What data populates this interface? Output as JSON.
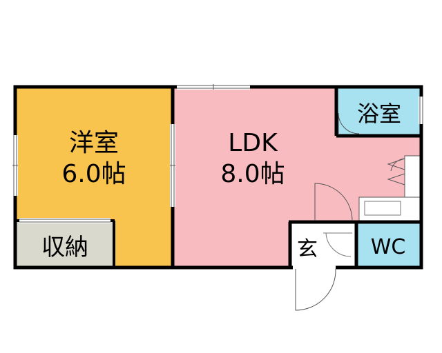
{
  "rooms": {
    "western_room": {
      "name": "洋室",
      "size": "6.0帖",
      "color": "#F9C44E"
    },
    "closet": {
      "name": "収納",
      "color": "#D9D9CE"
    },
    "ldk": {
      "name": "LDK",
      "size": "8.0帖",
      "color": "#F8BCC0"
    },
    "bath": {
      "name": "浴室",
      "color": "#A8E2F0"
    },
    "entrance": {
      "name": "玄",
      "color": "#FFFFFF"
    },
    "toilet": {
      "name": "WC",
      "color": "#A8E2F0"
    }
  },
  "colors": {
    "wall": "#000000",
    "line": "#555555"
  }
}
